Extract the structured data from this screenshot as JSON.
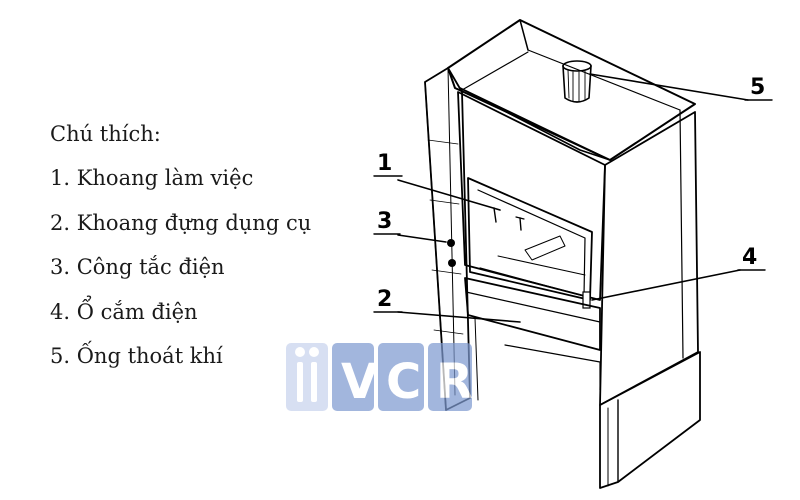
{
  "legend": {
    "title": "Chú thích:",
    "items": [
      "1. Khoang làm việc",
      "2. Khoang đựng dụng cụ",
      "3. Công tắc điện",
      "4. Ổ cắm điện",
      "5. Ống thoát khí"
    ]
  },
  "callouts": [
    "1",
    "2",
    "3",
    "4",
    "5"
  ],
  "watermark": {
    "text": "VCR",
    "color": "#7f9ad0"
  }
}
